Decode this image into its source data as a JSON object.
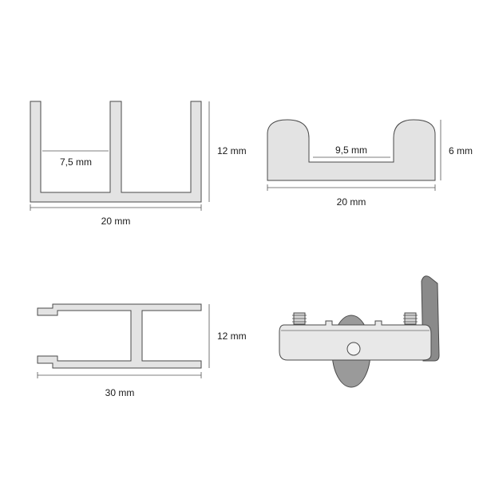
{
  "colors": {
    "profile_fill": "#e3e3e3",
    "profile_stroke": "#4a4a4a",
    "bracket_fill": "#8a8a8a",
    "wheel_fill": "#9a9a9a",
    "dimension_line": "#555555",
    "background": "#ffffff"
  },
  "profiles": {
    "double_u_channel": {
      "inner_width": "7,5 mm",
      "height": "12 mm",
      "width": "20 mm"
    },
    "rounded_guide": {
      "inner_width": "9,5 mm",
      "height": "6 mm",
      "width": "20 mm"
    },
    "h_profile": {
      "height": "12 mm",
      "width": "30 mm"
    }
  }
}
